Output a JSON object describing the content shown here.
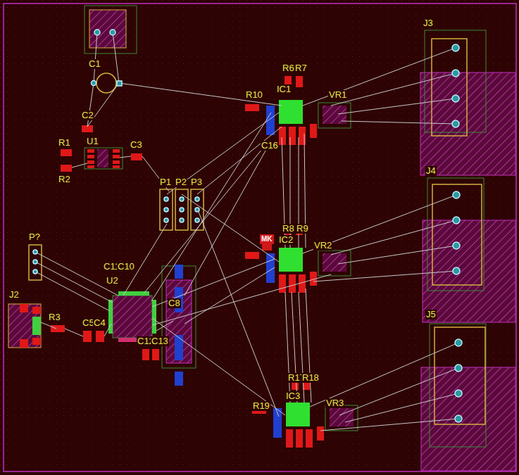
{
  "diagram": {
    "labels": [
      "J3",
      "J4",
      "J5",
      "R6",
      "R7",
      "R10",
      "IC1",
      "VR1",
      "C16",
      "R8",
      "R9",
      "MK",
      "IC2",
      "VR2",
      "R17",
      "R18",
      "IC3",
      "R19",
      "VR3",
      "C1",
      "C2",
      "R1",
      "R2",
      "U1",
      "C3",
      "P1",
      "P2",
      "P3",
      "P?",
      "J2",
      "R3",
      "C5",
      "C4",
      "C11",
      "C10",
      "U2",
      "C12",
      "C13",
      "C8"
    ]
  }
}
